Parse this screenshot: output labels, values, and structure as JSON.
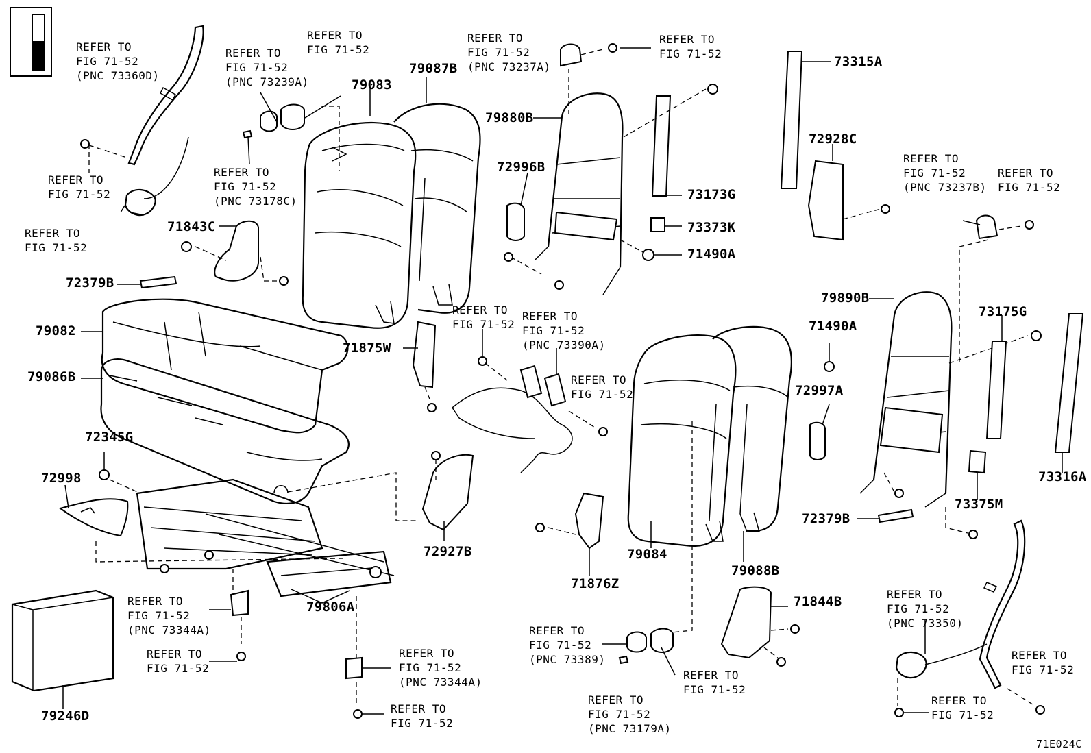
{
  "diagram_code": "71E024C",
  "labels": [
    {
      "id": "l01",
      "text": "REFER TO\nFIG 71-52\n(PNC 73360D)",
      "kind": "ref"
    },
    {
      "id": "l02",
      "text": "REFER TO\nFIG 71-52",
      "kind": "ref"
    },
    {
      "id": "l03",
      "text": "REFER TO\nFIG 71-52",
      "kind": "ref"
    },
    {
      "id": "l04",
      "text": "REFER TO\nFIG 71-52\n(PNC 73239A)",
      "kind": "ref"
    },
    {
      "id": "l05",
      "text": "REFER TO\nFIG 71-52",
      "kind": "ref"
    },
    {
      "id": "l06",
      "text": "REFER TO\nFIG 71-52\n(PNC 73178C)",
      "kind": "ref"
    },
    {
      "id": "l07",
      "text": "REFER TO\nFIG 71-52\n(PNC 73237A)",
      "kind": "ref"
    },
    {
      "id": "l08",
      "text": "REFER TO\nFIG 71-52",
      "kind": "ref"
    },
    {
      "id": "l09",
      "text": "REFER TO\nFIG 71-52\n(PNC 73237B)",
      "kind": "ref"
    },
    {
      "id": "l10",
      "text": "REFER TO\nFIG 71-52",
      "kind": "ref"
    },
    {
      "id": "l11",
      "text": "REFER TO\nFIG 71-52",
      "kind": "ref"
    },
    {
      "id": "l12",
      "text": "REFER TO\nFIG 71-52\n(PNC 73390A)",
      "kind": "ref"
    },
    {
      "id": "l13",
      "text": "REFER TO\nFIG 71-52",
      "kind": "ref"
    },
    {
      "id": "l14",
      "text": "REFER TO\nFIG 71-52\n(PNC 73344A)",
      "kind": "ref"
    },
    {
      "id": "l15",
      "text": "REFER TO\nFIG 71-52",
      "kind": "ref"
    },
    {
      "id": "l16",
      "text": "REFER TO\nFIG 71-52\n(PNC 73344A)",
      "kind": "ref"
    },
    {
      "id": "l17",
      "text": "REFER TO\nFIG 71-52",
      "kind": "ref"
    },
    {
      "id": "l18",
      "text": "REFER TO\nFIG 71-52\n(PNC 73389)",
      "kind": "ref"
    },
    {
      "id": "l19",
      "text": "REFER TO\nFIG 71-52",
      "kind": "ref"
    },
    {
      "id": "l20",
      "text": "REFER TO\nFIG 71-52\n(PNC 73179A)",
      "kind": "ref"
    },
    {
      "id": "l21",
      "text": "REFER TO\nFIG 71-52\n(PNC 73350)",
      "kind": "ref"
    },
    {
      "id": "l22",
      "text": "REFER TO\nFIG 71-52",
      "kind": "ref"
    },
    {
      "id": "l23",
      "text": "REFER TO\nFIG 71-52",
      "kind": "ref"
    },
    {
      "id": "p01",
      "text": "79087B",
      "kind": "part"
    },
    {
      "id": "p02",
      "text": "79083",
      "kind": "part"
    },
    {
      "id": "p03",
      "text": "71843C",
      "kind": "part"
    },
    {
      "id": "p04",
      "text": "72379B",
      "kind": "part"
    },
    {
      "id": "p05",
      "text": "79082",
      "kind": "part"
    },
    {
      "id": "p06",
      "text": "79086B",
      "kind": "part"
    },
    {
      "id": "p07",
      "text": "72345G",
      "kind": "part"
    },
    {
      "id": "p08",
      "text": "72998",
      "kind": "part"
    },
    {
      "id": "p09",
      "text": "79246D",
      "kind": "part"
    },
    {
      "id": "p10",
      "text": "79806A",
      "kind": "part"
    },
    {
      "id": "p11",
      "text": "71875W",
      "kind": "part"
    },
    {
      "id": "p12",
      "text": "72927B",
      "kind": "part"
    },
    {
      "id": "p13",
      "text": "79880B",
      "kind": "part"
    },
    {
      "id": "p14",
      "text": "72996B",
      "kind": "part"
    },
    {
      "id": "p15",
      "text": "73173G",
      "kind": "part"
    },
    {
      "id": "p16",
      "text": "73373K",
      "kind": "part"
    },
    {
      "id": "p17",
      "text": "71490A",
      "kind": "part"
    },
    {
      "id": "p18",
      "text": "73315A",
      "kind": "part"
    },
    {
      "id": "p19",
      "text": "72928C",
      "kind": "part"
    },
    {
      "id": "p20",
      "text": "79890B",
      "kind": "part"
    },
    {
      "id": "p21",
      "text": "71490A",
      "kind": "part"
    },
    {
      "id": "p22",
      "text": "73175G",
      "kind": "part"
    },
    {
      "id": "p23",
      "text": "72997A",
      "kind": "part"
    },
    {
      "id": "p24",
      "text": "73316A",
      "kind": "part"
    },
    {
      "id": "p25",
      "text": "72379B",
      "kind": "part"
    },
    {
      "id": "p26",
      "text": "73375M",
      "kind": "part"
    },
    {
      "id": "p27",
      "text": "79084",
      "kind": "part"
    },
    {
      "id": "p28",
      "text": "79088B",
      "kind": "part"
    },
    {
      "id": "p29",
      "text": "71876Z",
      "kind": "part"
    },
    {
      "id": "p30",
      "text": "71844B",
      "kind": "part"
    }
  ]
}
